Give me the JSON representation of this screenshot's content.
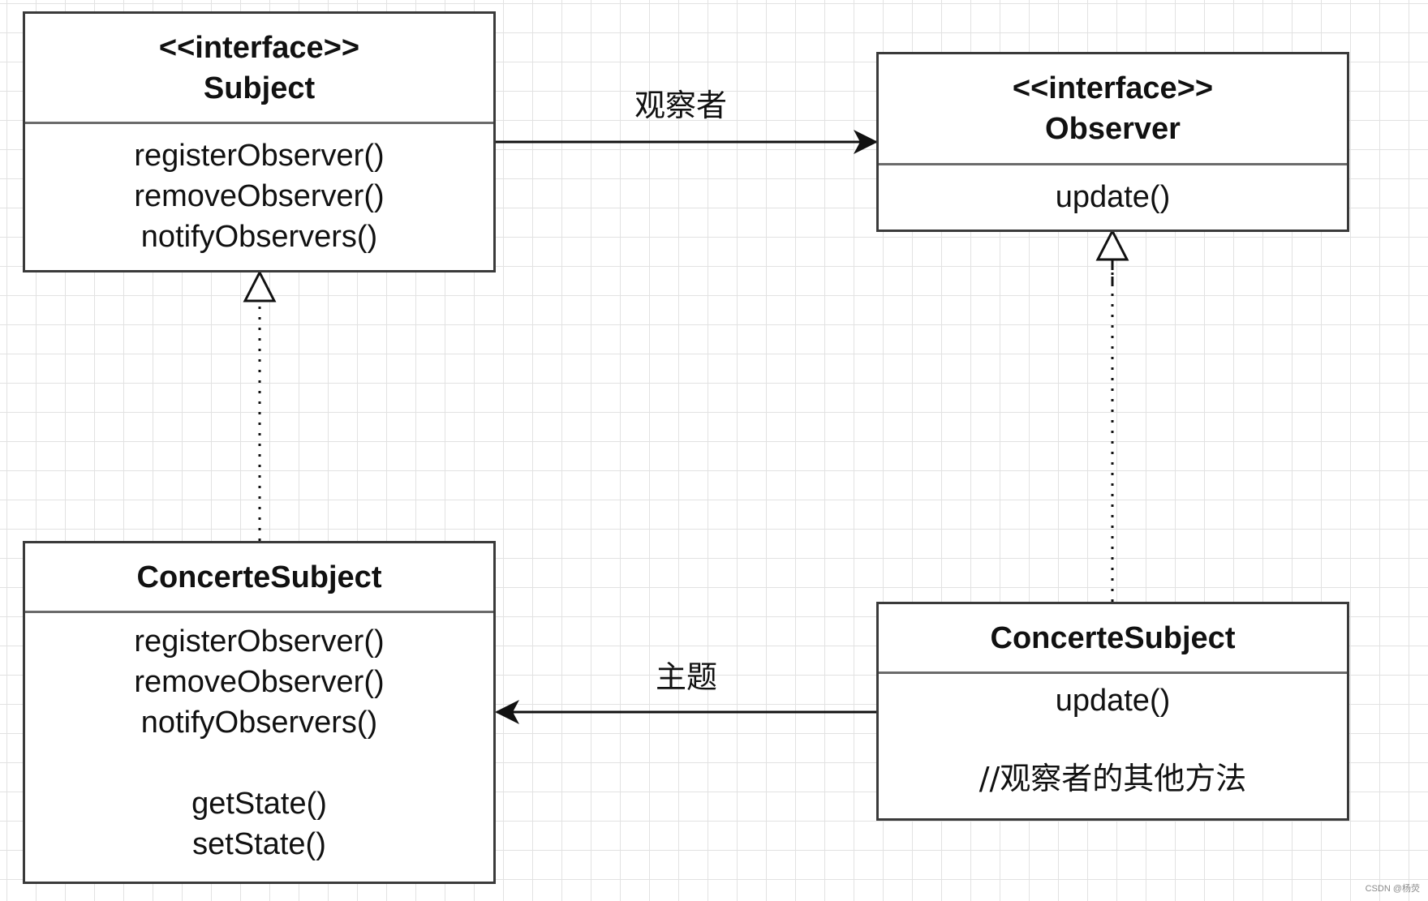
{
  "subject": {
    "stereotype": "<<interface>>",
    "name": "Subject",
    "methods": [
      "registerObserver()",
      "removeObserver()",
      "notifyObservers()"
    ]
  },
  "observer": {
    "stereotype": "<<interface>>",
    "name": "Observer",
    "methods": [
      "update()"
    ]
  },
  "concrete_subject": {
    "name": "ConcerteSubject",
    "methods": [
      "registerObserver()",
      "removeObserver()",
      "notifyObservers()"
    ],
    "extra_methods": [
      "getState()",
      "setState()"
    ]
  },
  "concrete_observer": {
    "name": "ConcerteSubject",
    "methods": [
      "update()"
    ],
    "comment": "//观察者的其他方法"
  },
  "edges": {
    "subject_to_observer_label": "观察者",
    "observer_to_subject_label": "主题"
  },
  "watermark": "CSDN @杨荧",
  "colors": {
    "border": "#3a3a3a",
    "divider": "#6b6b6b",
    "grid": "#e2e2e2",
    "line": "#111111"
  }
}
